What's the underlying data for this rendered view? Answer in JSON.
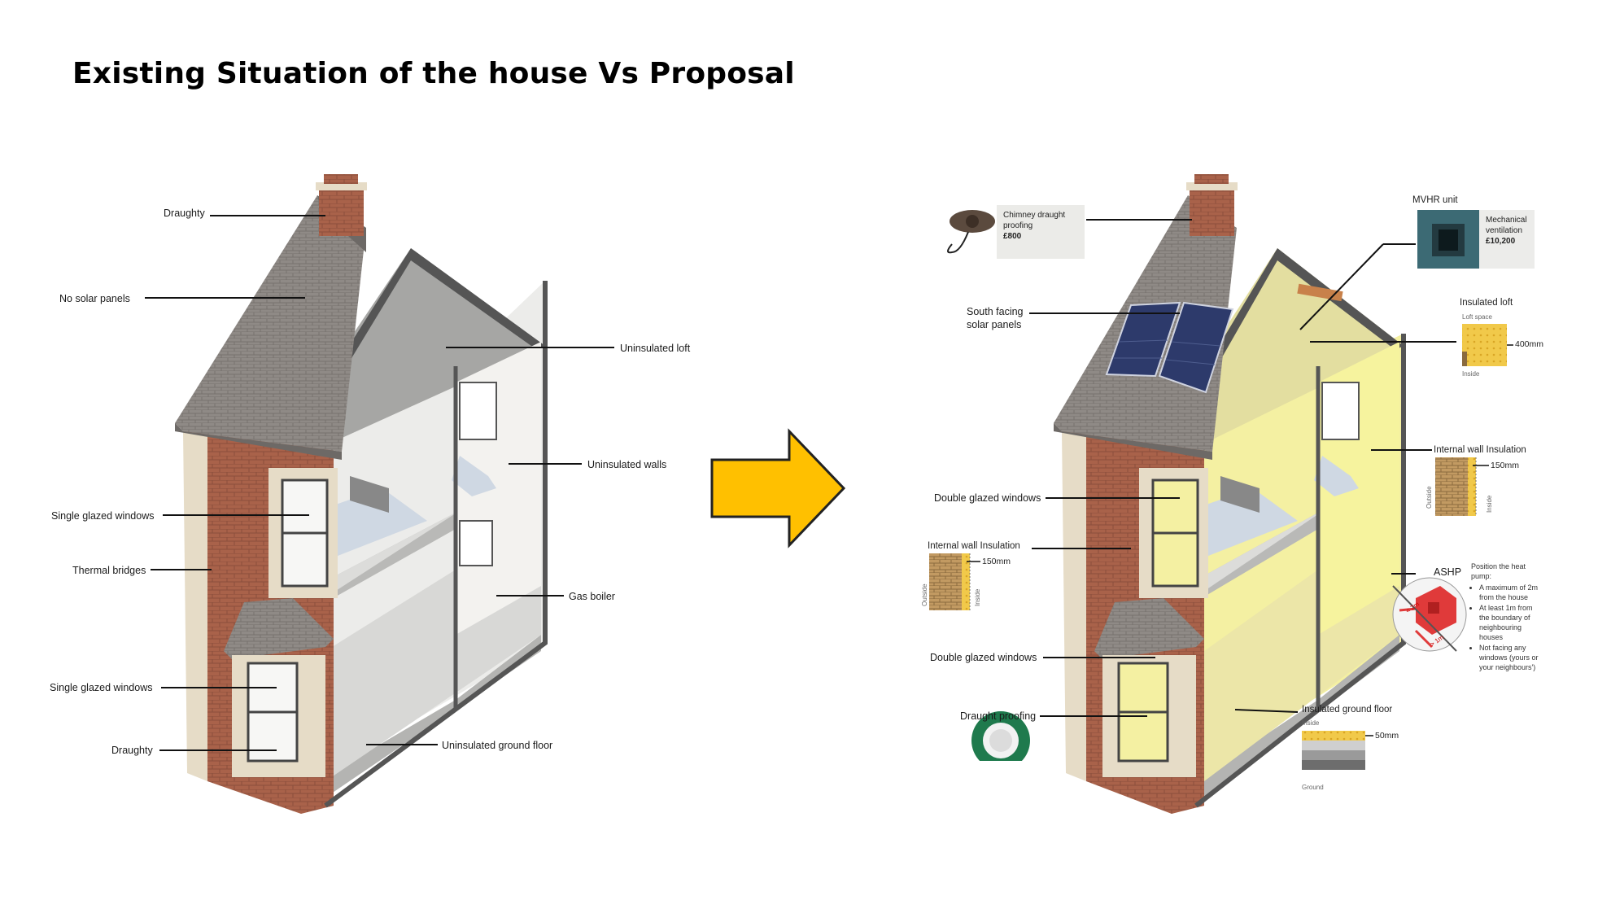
{
  "title": "Existing Situation of the house Vs Proposal",
  "existing": {
    "labels": {
      "draughty_top": "Draughty",
      "no_solar": "No solar panels",
      "uninsulated_loft": "Uninsulated loft",
      "uninsulated_walls": "Uninsulated walls",
      "single_glazed_upper": "Single glazed windows",
      "thermal_bridges": "Thermal bridges",
      "gas_boiler": "Gas boiler",
      "single_glazed_lower": "Single glazed windows",
      "draughty_bottom": "Draughty",
      "uninsulated_ground": "Uninsulated ground floor"
    }
  },
  "proposal": {
    "labels": {
      "chimney_card_title": "Chimney draught proofing",
      "chimney_card_price": "£800",
      "mvhr_unit": "MVHR unit",
      "mech_vent": "Mechanical ventilation",
      "mech_vent_price": "£10,200",
      "south_solar_1": "South facing",
      "south_solar_2": "solar panels",
      "insulated_loft": "Insulated loft",
      "loft_space": "Loft space",
      "loft_thickness": "400mm",
      "loft_inside": "Inside",
      "internal_wall_right": "Internal wall Insulation",
      "wall_thickness_right": "150mm",
      "outside": "Outside",
      "inside": "Inside",
      "double_glazed_upper": "Double glazed windows",
      "internal_wall_left": "Internal wall Insulation",
      "wall_thickness_left": "150mm",
      "ashp": "ASHP",
      "ashp_intro": "Position the heat pump:",
      "ashp_bullets": [
        "A maximum of 2m from the house",
        "At least 1m from the boundary of neighbouring houses",
        "Not facing any windows (yours or your neighbours')"
      ],
      "ashp_dim_1": "< 2m",
      "ashp_dim_2": "> 1m",
      "double_glazed_lower": "Double glazed windows",
      "draught_proofing": "Draught proofing",
      "insulated_ground": "Insulated ground floor",
      "ground_inside": "Inside",
      "ground_thickness": "50mm",
      "ground_label": "Ground"
    }
  },
  "colors": {
    "arrow": "#FFC000",
    "brick": "#a9624a",
    "roof": "#8f8a86",
    "insulation_yellow": "#f4f0a2",
    "wall_white": "#f3f2ef",
    "panel": "#2d3a6b"
  }
}
